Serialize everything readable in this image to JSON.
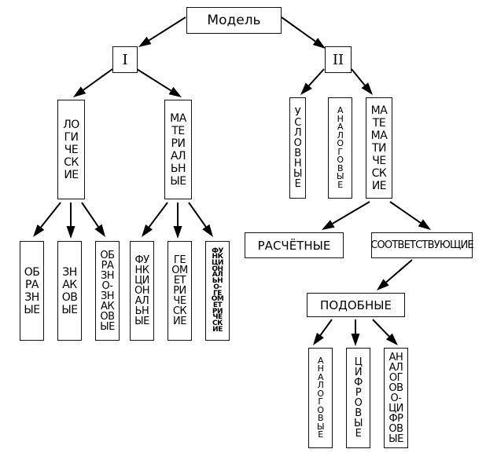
{
  "diagram": {
    "root": "Модель",
    "branch_1": {
      "label": "I",
      "children": [
        {
          "key": "logical",
          "lines": [
            "ЛО",
            "ГИ",
            "ЧЕ",
            "СК",
            "ИЕ"
          ],
          "children": [
            {
              "key": "figurative",
              "lines": [
                "ОБ",
                "РА",
                "ЗН",
                "ЫЕ"
              ]
            },
            {
              "key": "symbolic",
              "lines": [
                "ЗН",
                "АК",
                "ОВ",
                "ЫЕ"
              ]
            },
            {
              "key": "figurative-symbolic",
              "lines": [
                "ОБ",
                "РА",
                "ЗН",
                "О-",
                "ЗН",
                "АК",
                "ОВ",
                "ЫЕ"
              ]
            }
          ]
        },
        {
          "key": "material",
          "lines": [
            "МА",
            "ТЕ",
            "РИ",
            "АЛ",
            "ЬН",
            "ЫЕ"
          ],
          "children": [
            {
              "key": "functional",
              "lines": [
                "ФУ",
                "НК",
                "ЦИ",
                "ОН",
                "АЛ",
                "ЬН",
                "ЫЕ"
              ]
            },
            {
              "key": "geometric",
              "lines": [
                "ГЕ",
                "ОМ",
                "ЕТ",
                "РИ",
                "ЧЕ",
                "СК",
                "ИЕ"
              ]
            },
            {
              "key": "functional-geometric",
              "lines": [
                "ФУ",
                "НК",
                "ЦИ",
                "ОН",
                "АЛ",
                "ЬН",
                "О-",
                "ГЕ",
                "ОМ",
                "ЕТ",
                "РИ",
                "ЧЕ",
                "СК",
                "ИЕ"
              ]
            }
          ]
        }
      ]
    },
    "branch_2": {
      "label": "II",
      "children": [
        {
          "key": "conventional",
          "lines": [
            "У",
            "С",
            "Л",
            "О",
            "В",
            "Н",
            "Ы",
            "Е"
          ]
        },
        {
          "key": "analog",
          "lines": [
            "А",
            "Н",
            "А",
            "Л",
            "О",
            "Г",
            "О",
            "В",
            "Ы",
            "Е"
          ]
        },
        {
          "key": "mathematical",
          "lines": [
            "МА",
            "ТЕ",
            "МА",
            "ТИ",
            "ЧЕ",
            "СК",
            "ИЕ"
          ],
          "children": [
            {
              "key": "computational",
              "label": "РАСЧЁТНЫЕ"
            },
            {
              "key": "corresponding",
              "label": "СООТВЕТСТВУЮЩИЕ",
              "children": [
                {
                  "key": "similar",
                  "label": "ПОДОБНЫЕ",
                  "children": [
                    {
                      "key": "analog-2",
                      "lines": [
                        "А",
                        "Н",
                        "А",
                        "Л",
                        "О",
                        "Г",
                        "О",
                        "В",
                        "Ы",
                        "Е"
                      ]
                    },
                    {
                      "key": "digital",
                      "lines": [
                        "Ц",
                        "И",
                        "Ф",
                        "Р",
                        "О",
                        "В",
                        "Ы",
                        "Е"
                      ]
                    },
                    {
                      "key": "analog-digital",
                      "lines": [
                        "АН",
                        "АЛ",
                        "ОГ",
                        "ОВ",
                        "О-",
                        "ЦИ",
                        "ФР",
                        "ОВ",
                        "ЫЕ"
                      ]
                    }
                  ]
                }
              ]
            }
          ]
        }
      ]
    }
  }
}
